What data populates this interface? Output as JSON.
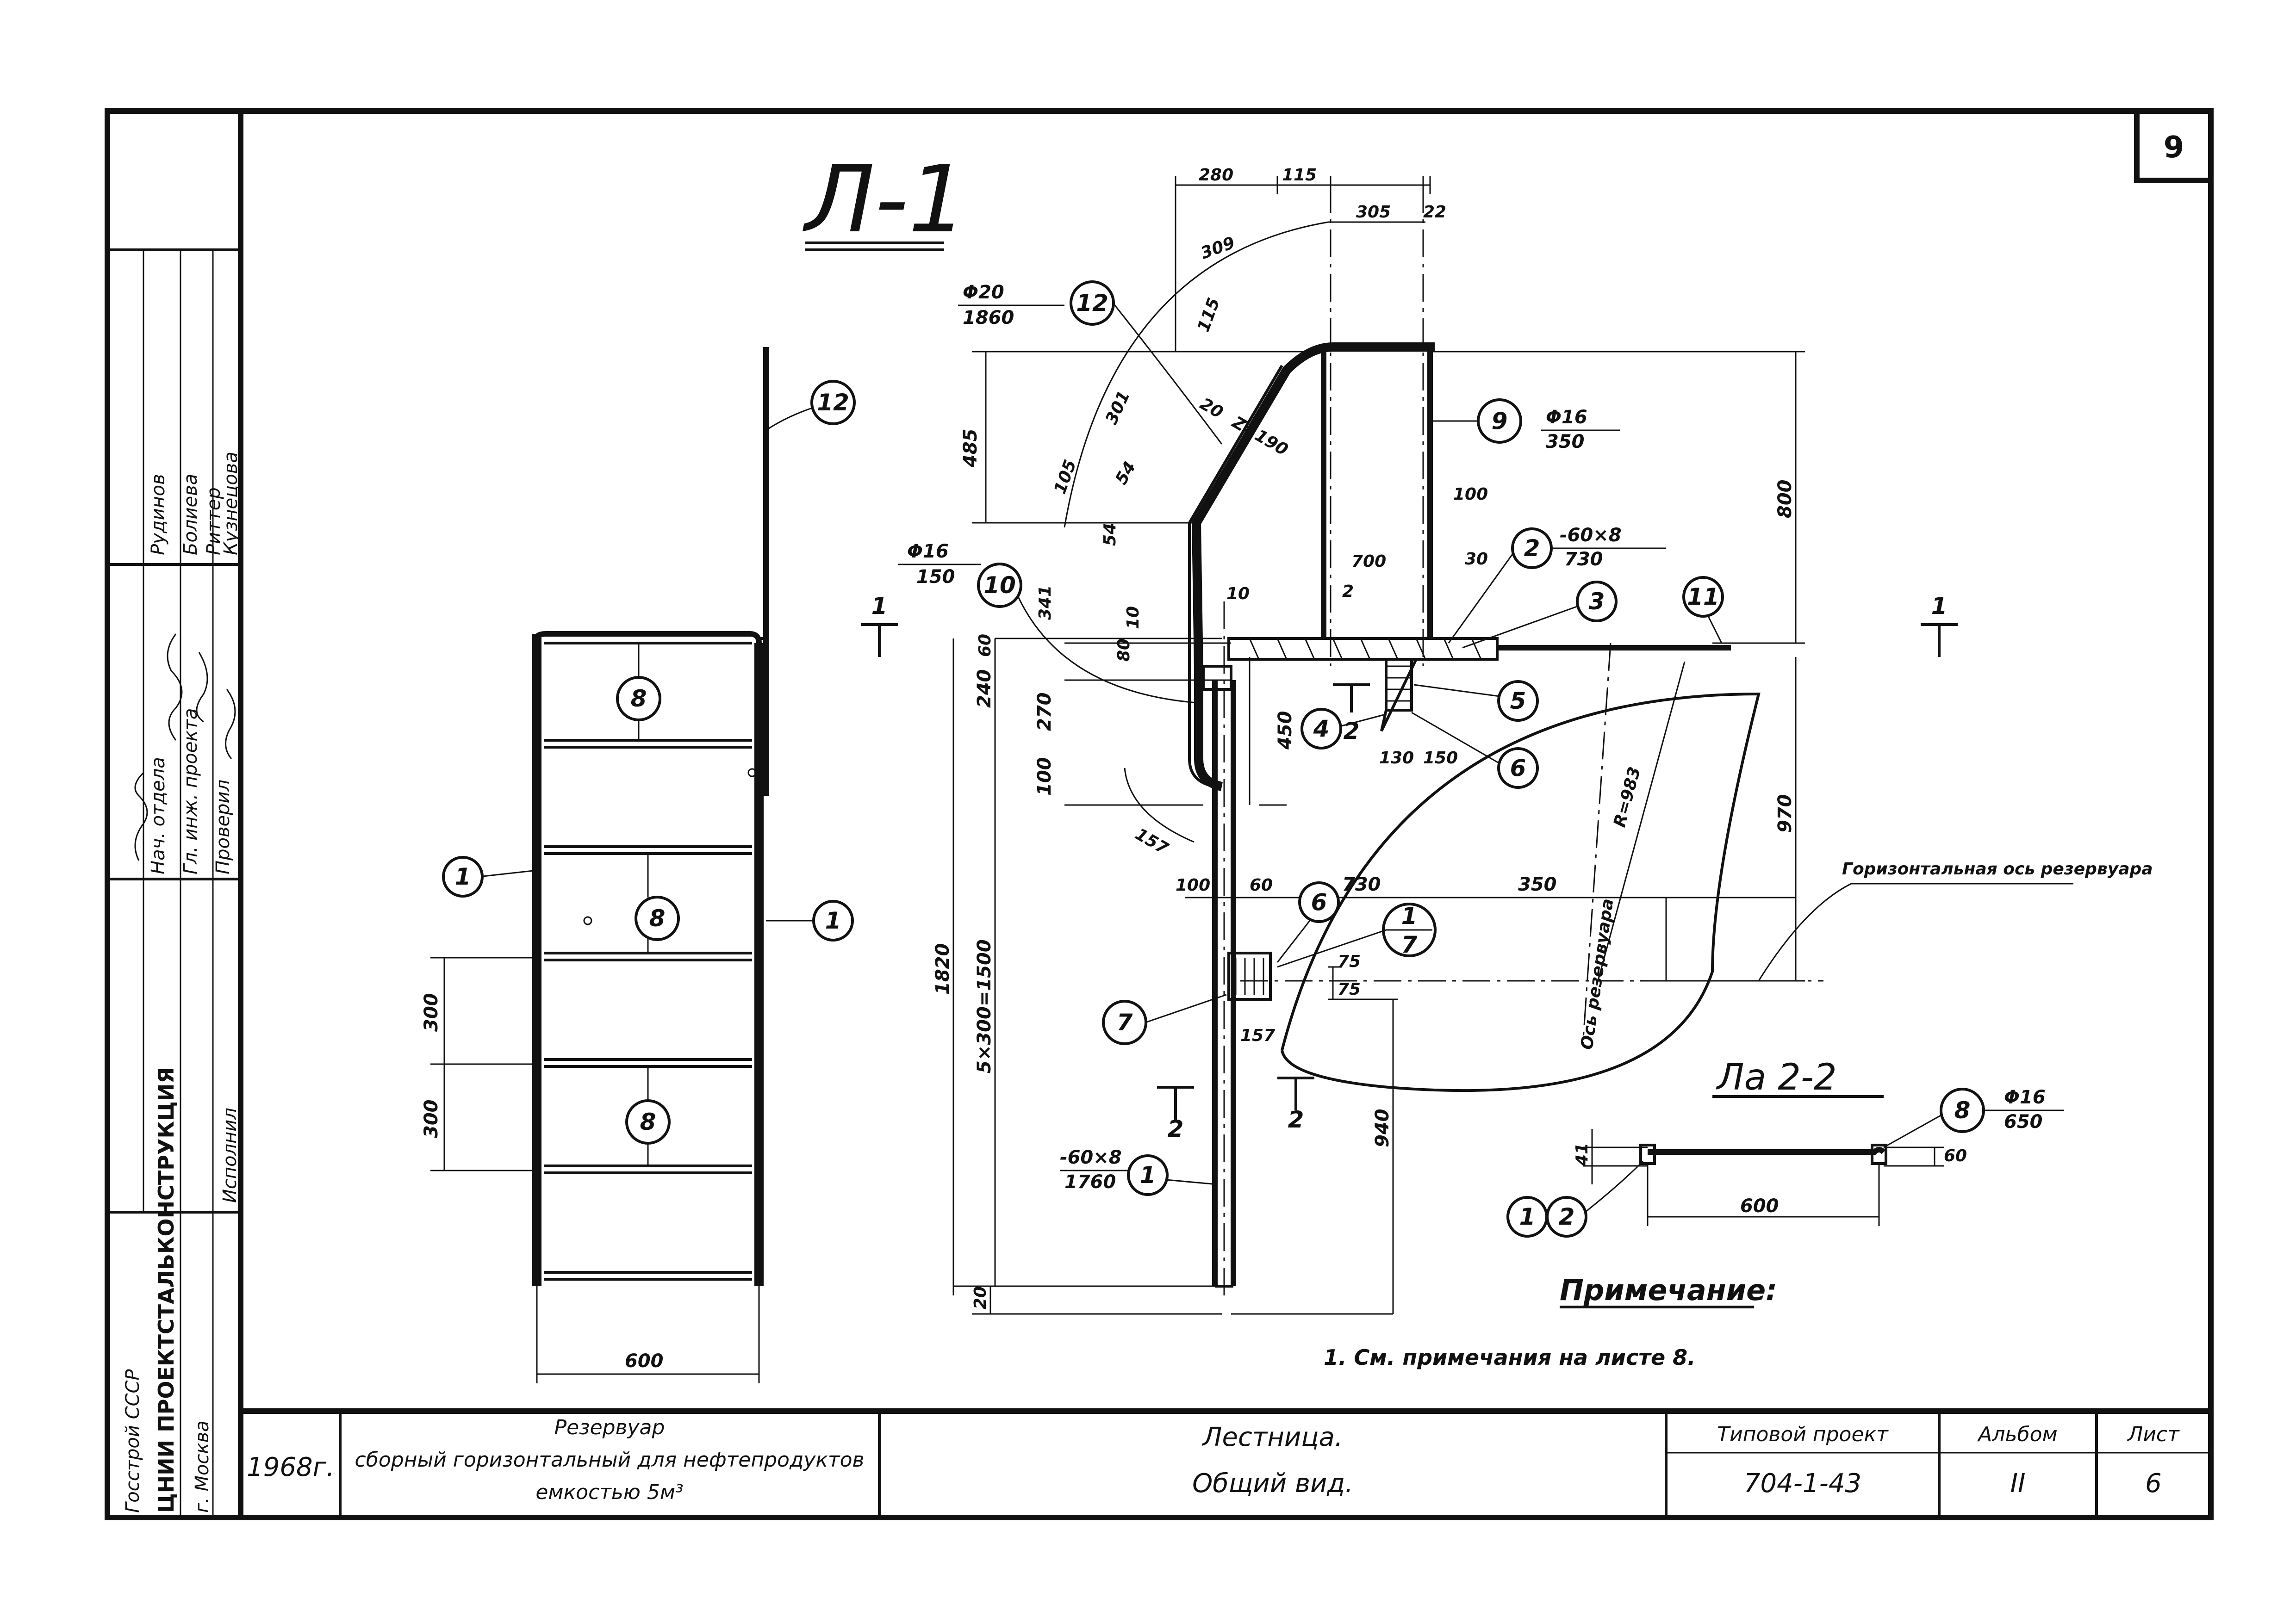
{
  "sheet_number": "9",
  "main_view_title": "Л-1",
  "section_title": "Ла 2-2",
  "section_marks": {
    "s1": "1",
    "s2": "2"
  },
  "tank_axis_label": "Ось резервуара",
  "horizontal_axis_label": "Горизонтальная ось резервуара",
  "radius_label": "R=983",
  "note": {
    "title": "Примечание:",
    "text": "1. См. примечания на листе 8."
  },
  "callouts": {
    "c1": "1",
    "c2": "2",
    "c3": "3",
    "c4": "4",
    "c5": "5",
    "c6": "6",
    "c7": "7",
    "c8": "8",
    "c9": "9",
    "c10": "10",
    "c11": "11",
    "c12": "12"
  },
  "profiles": {
    "p12_top": "Φ20",
    "p12_bot": "1860",
    "p9_top": "Φ16",
    "p9_bot": "350",
    "p2_top": "-60×8",
    "p2_bot": "730",
    "p10_top": "Φ16",
    "p10_bot": "150",
    "p1_top": "-60×8",
    "p1_bot": "1760",
    "p8_top": "Φ16",
    "p8_bot": "650"
  },
  "dimensions": {
    "d280": "280",
    "d115": "115",
    "d305": "305",
    "d22": "22",
    "d309": "309",
    "d485": "485",
    "d115b": "115",
    "d301": "301",
    "d20": "20",
    "d190": "Z=190",
    "d105": "105",
    "d54a": "54",
    "d54b": "54",
    "d341": "341",
    "d10a": "10",
    "d10b": "10",
    "d2": "2",
    "d100a": "100",
    "d700": "700",
    "d30": "30",
    "d800": "800",
    "d60": "60",
    "d80": "80",
    "d240": "240",
    "d270": "270",
    "d450": "450",
    "d130": "130",
    "d150": "150",
    "d100b": "100",
    "d157a": "157",
    "d730": "730",
    "d350": "350",
    "d970": "970",
    "d100c": "100",
    "d60b": "60",
    "d1820": "1820",
    "d5x300": "5×300=1500",
    "d75a": "75",
    "d75b": "75",
    "d157b": "157",
    "d940": "940",
    "d20b": "20",
    "d300a": "300",
    "d300b": "300",
    "d600a": "600",
    "d41": "41",
    "d60c": "60",
    "d600b": "600"
  },
  "signatures_block": {
    "roles": [
      "Нач. отдела",
      "Гл. инж. проекта",
      "Проверил",
      "Исполнил"
    ],
    "names": [
      "Рудинов",
      "Болиева",
      "Риттер",
      "Кузнецова"
    ]
  },
  "organization": {
    "line1": "Госстрой СССР",
    "line2": "ЦНИИ ПРОЕКТСТАЛЬКОНСТРУКЦИЯ",
    "line3": "г. Москва"
  },
  "title_block": {
    "year": "1968г.",
    "object_l1": "Резервуар",
    "object_l2": "сборный горизонтальный для нефтепродуктов",
    "object_l3": "емкостью 5м³",
    "drawing_l1": "Лестница.",
    "drawing_l2": "Общий вид.",
    "project_label": "Типовой проект",
    "project_value": "704-1-43",
    "album_label": "Альбом",
    "album_value": "II",
    "sheet_label": "Лист",
    "sheet_value": "6"
  }
}
